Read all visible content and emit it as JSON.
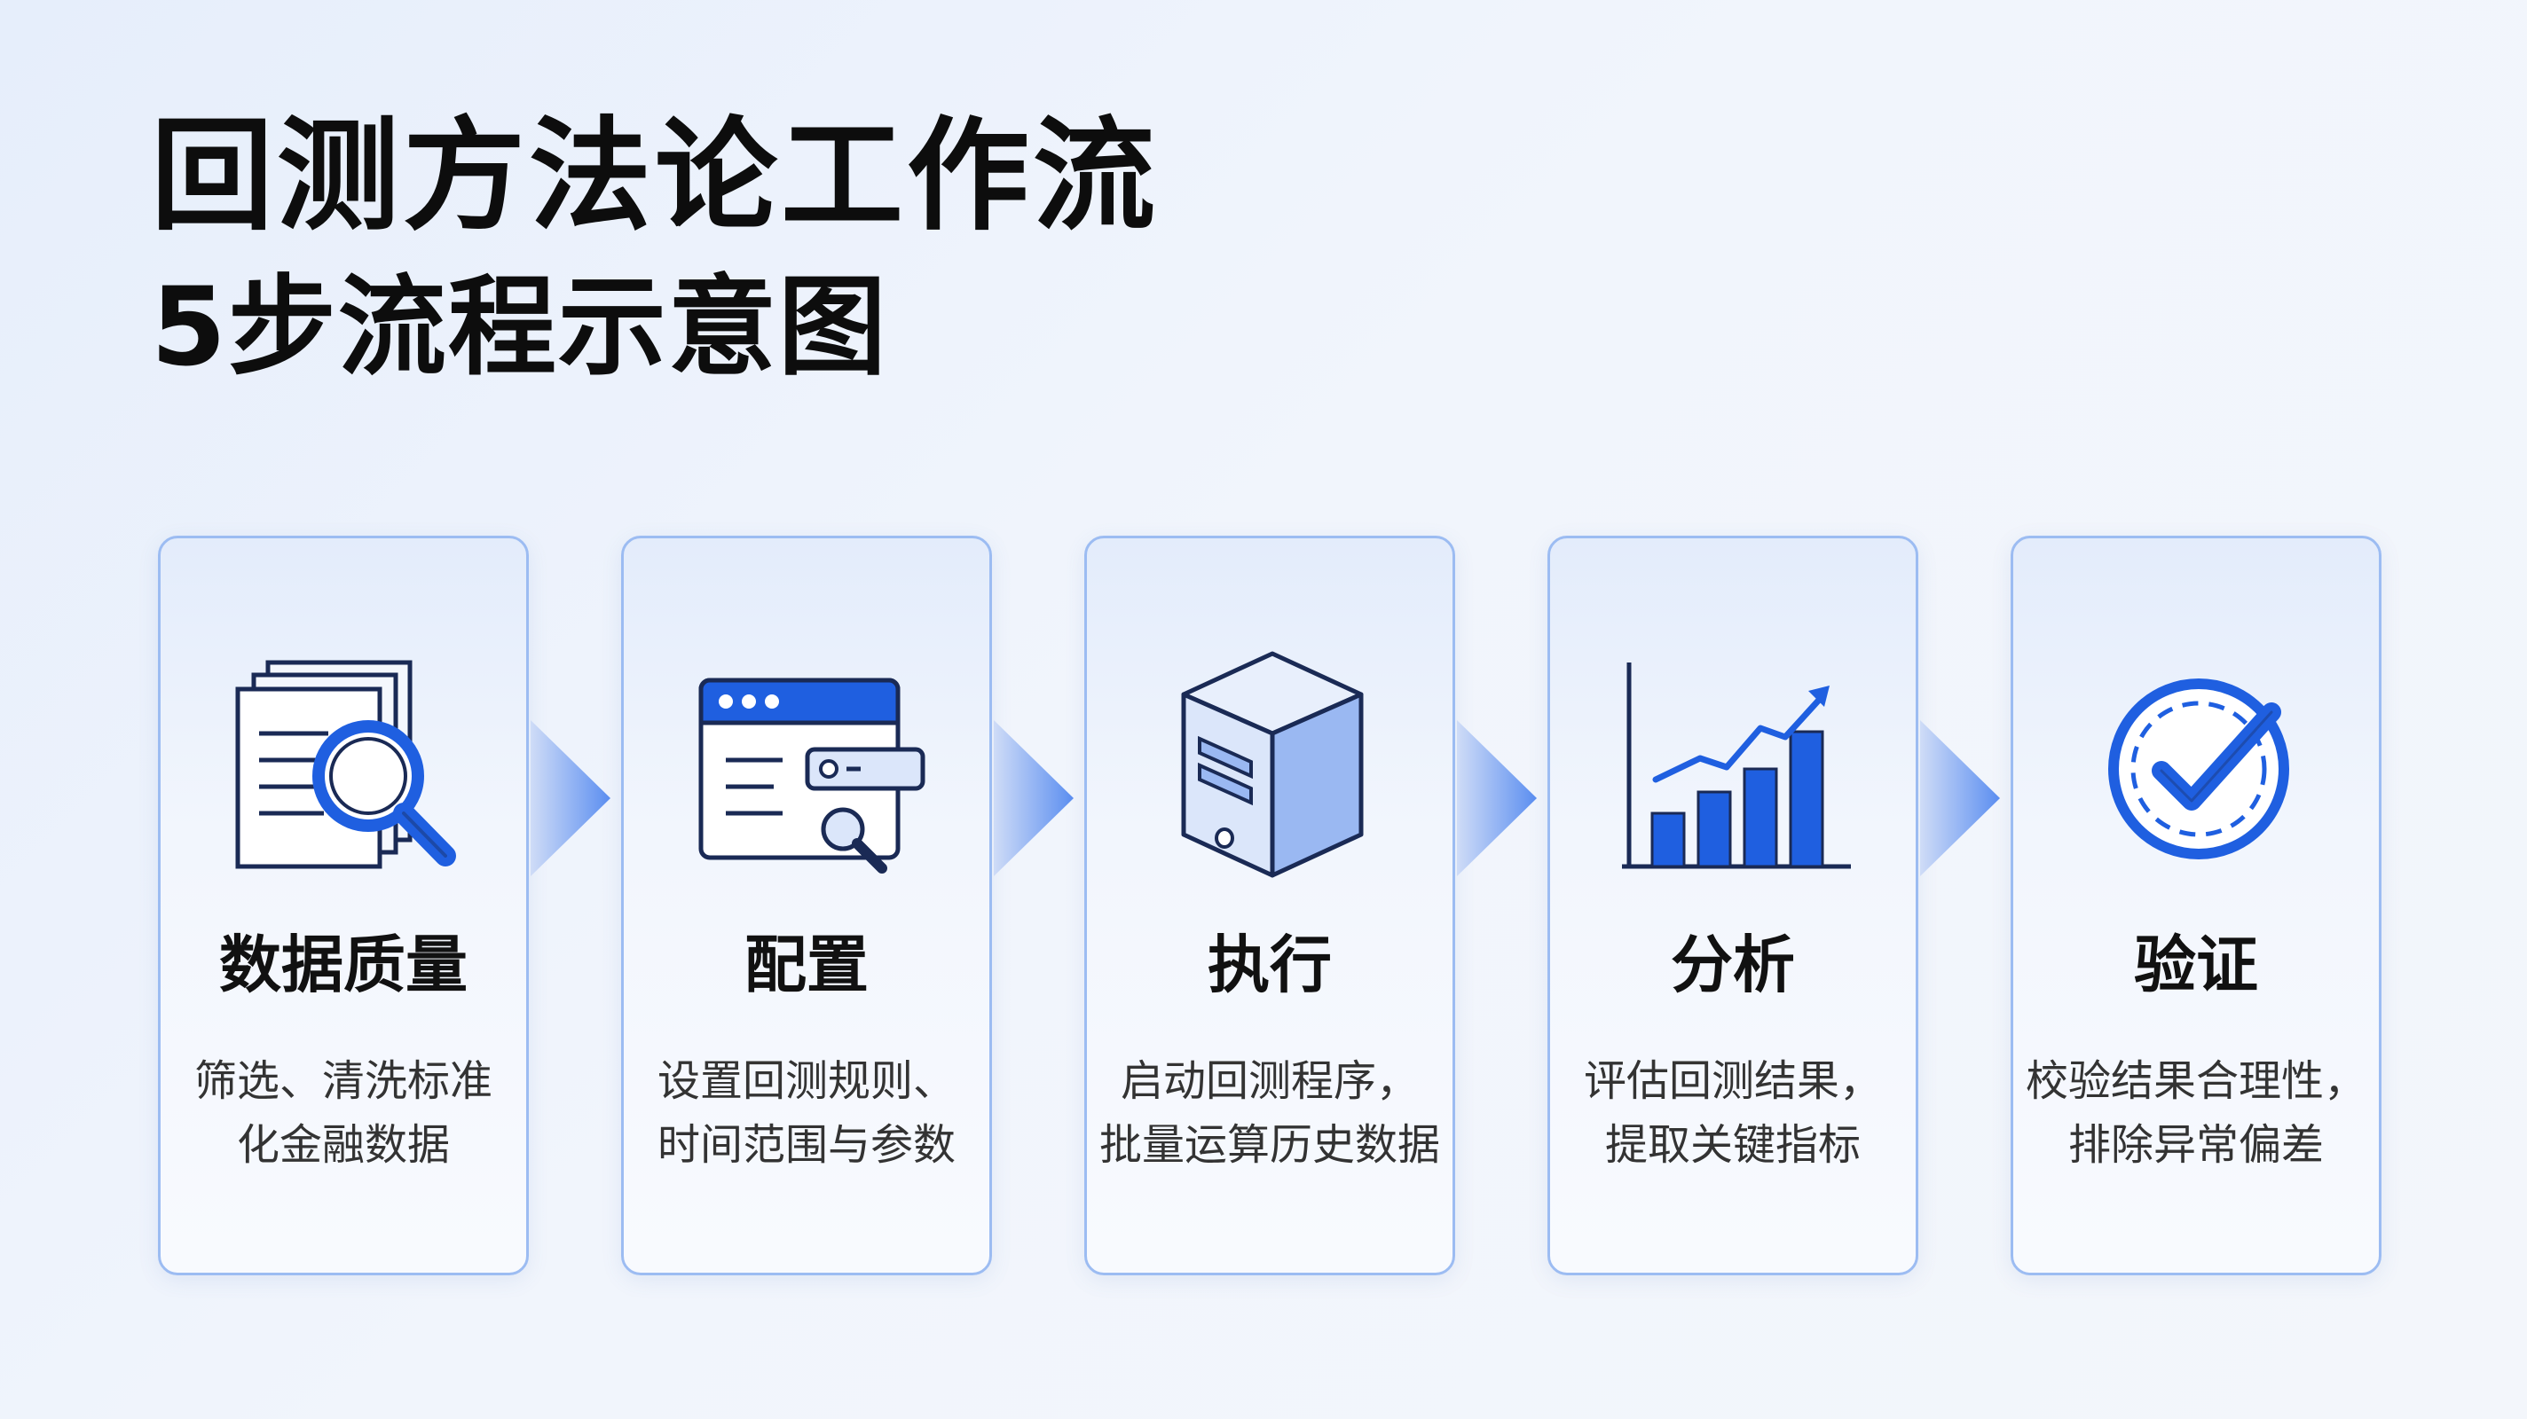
{
  "header": {
    "title": "回测方法论工作流",
    "subtitle": "5步流程示意图"
  },
  "colors": {
    "accent": "#1f5fe0",
    "outline": "#1a2a55",
    "light_fill": "#dbe6fa",
    "card_border": "#9cbcf2",
    "arrow": "#5b8ef0"
  },
  "steps": [
    {
      "title": "数据质量",
      "icon": "document-magnifier-icon",
      "desc": [
        "筛选、清洗标准",
        "化金融数据"
      ]
    },
    {
      "title": "配置",
      "icon": "settings-window-icon",
      "desc": [
        "设置回测规则、",
        "时间范围与参数"
      ]
    },
    {
      "title": "执行",
      "icon": "server-icon",
      "desc": [
        "启动回测程序，",
        "批量运算历史数据"
      ]
    },
    {
      "title": "分析",
      "icon": "bar-chart-icon",
      "desc": [
        "评估回测结果，",
        "提取关键指标"
      ]
    },
    {
      "title": "验证",
      "icon": "checkmark-badge-icon",
      "desc": [
        "校验结果合理性，",
        "排除异常偏差"
      ]
    }
  ]
}
